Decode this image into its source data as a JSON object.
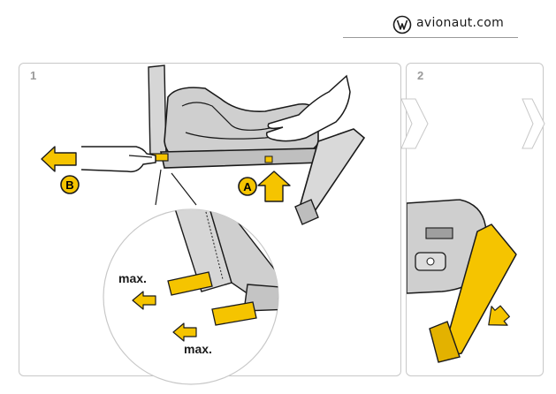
{
  "brand": {
    "name": "avionaut.com"
  },
  "steps": [
    {
      "number": "1"
    },
    {
      "number": "2"
    }
  ],
  "callouts": {
    "a": "A",
    "b": "B"
  },
  "detail_labels": {
    "max_upper": "max.",
    "max_lower": "max."
  },
  "colors": {
    "accent_yellow": "#f5c400",
    "line_dark": "#1a1a1a",
    "seat_grey": "#cfcfcf",
    "panel_border": "#c8c8c8",
    "step_number_grey": "#9a9a9a"
  }
}
